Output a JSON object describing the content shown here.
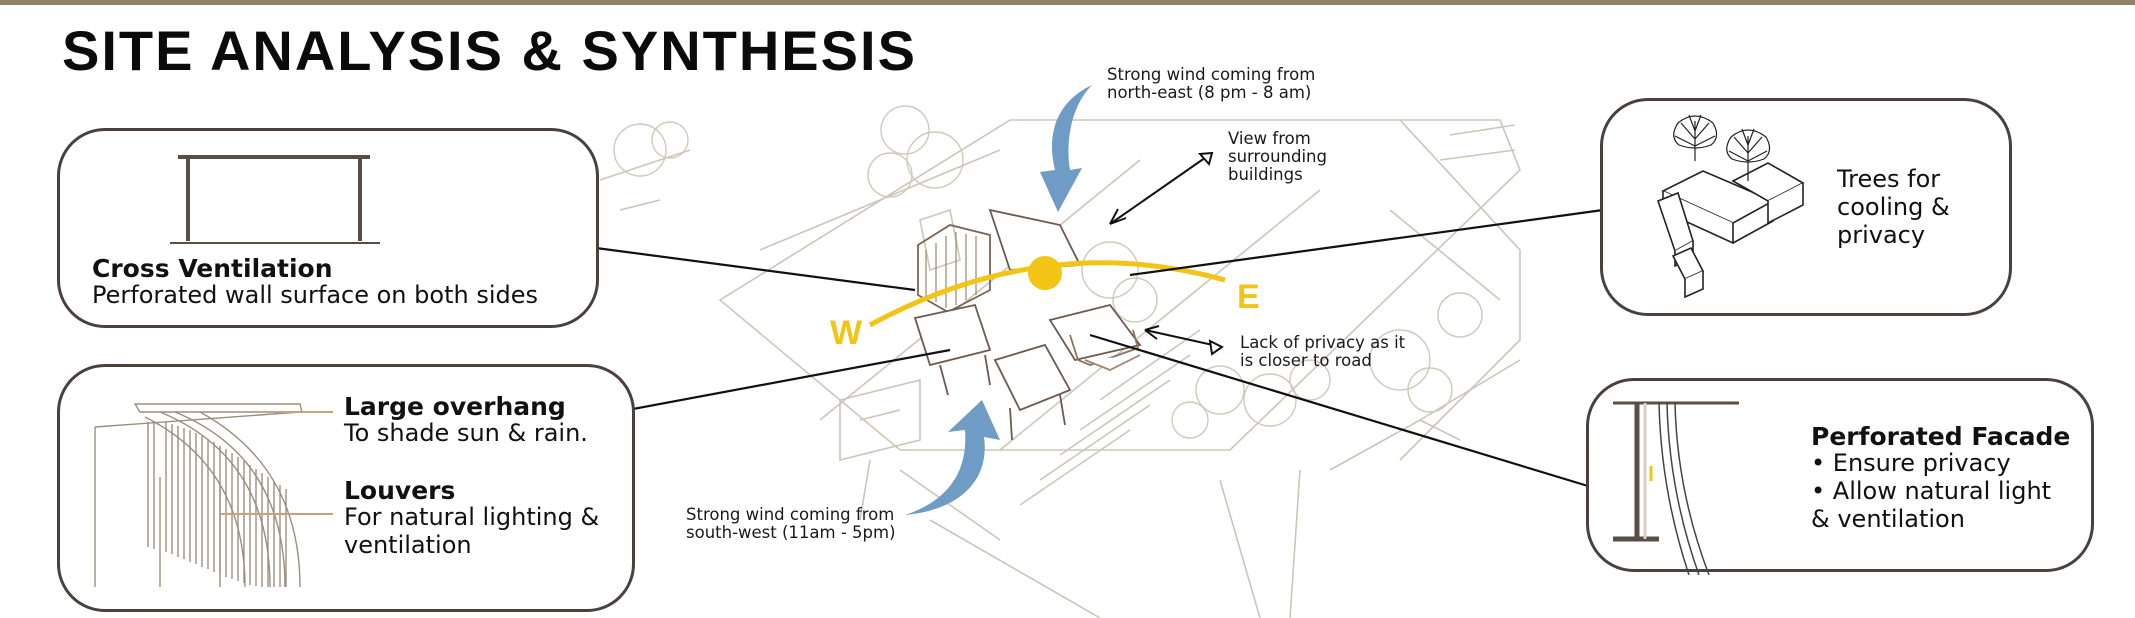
{
  "title": "SITE ANALYSIS & SYNTHESIS",
  "colors": {
    "accent_yellow": "#f2c416",
    "wind_blue": "#6e9cc4",
    "box_border": "#4a403c",
    "sketch_line": "#c9c0b2",
    "title_bar": "#8d8262"
  },
  "cross_ventilation": {
    "heading": "Cross Ventilation",
    "text": "Perforated wall surface on both sides"
  },
  "overhang_louvers": {
    "overhang_heading": "Large overhang",
    "overhang_text": "To shade sun & rain.",
    "louvers_heading": "Louvers",
    "louvers_text_1": "For natural lighting &",
    "louvers_text_2": "ventilation"
  },
  "trees": {
    "line1": "Trees for",
    "line2": "cooling &",
    "line3": "privacy"
  },
  "facade": {
    "heading": "Perforated Facade",
    "bullet1": "• Ensure privacy",
    "bullet2": "• Allow natural light",
    "bullet3": "& ventilation"
  },
  "annotations": {
    "wind_ne_1": "Strong wind coming from",
    "wind_ne_2": "north-east (8 pm - 8 am)",
    "view_1": "View from",
    "view_2": "surrounding",
    "view_3": "buildings",
    "privacy_1": "Lack of privacy as it",
    "privacy_2": "is closer to road",
    "wind_sw_1": "Strong wind coming from",
    "wind_sw_2": "south-west (11am - 5pm)"
  },
  "sun_path": {
    "west": "W",
    "east": "E"
  }
}
